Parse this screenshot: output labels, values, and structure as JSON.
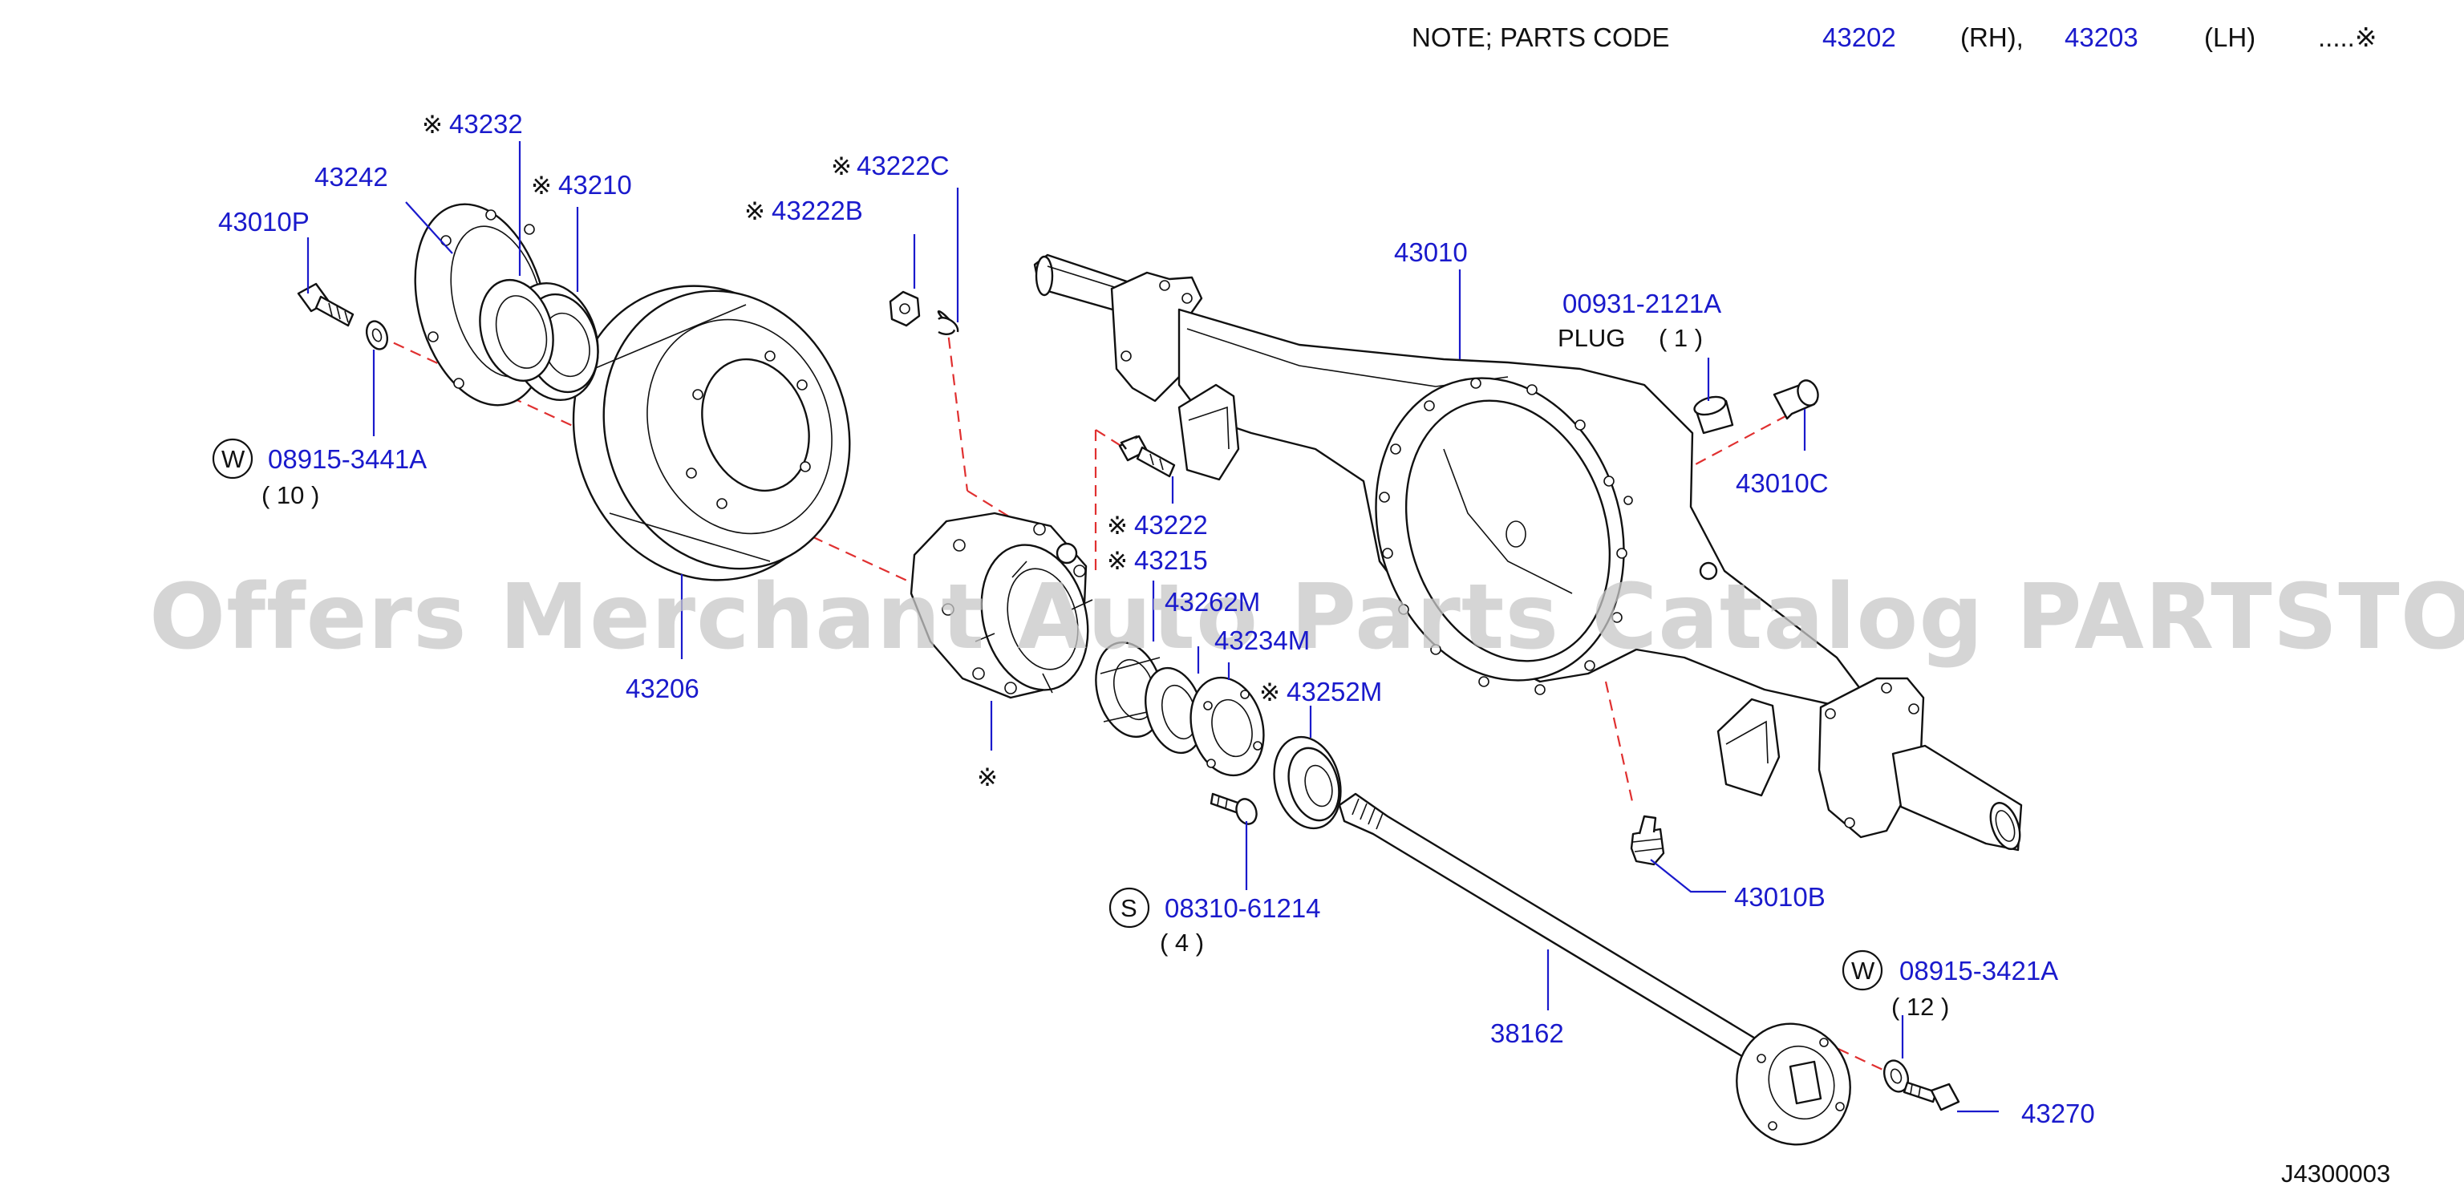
{
  "note": {
    "prefix": "NOTE;   PARTS   CODE",
    "code_rh": "43202",
    "rh": "(RH),",
    "code_lh": "43203",
    "lh": "(LH)",
    "mark": ".....※"
  },
  "watermark": "Offers Merchant Auto Parts Catalog PARTSTORE.SA",
  "diagram_id": "J4300003",
  "parts": {
    "p43232": {
      "mark": "※",
      "code": "43232"
    },
    "p43242": {
      "code": "43242"
    },
    "p43210": {
      "mark": "※",
      "code": "43210"
    },
    "p43010P": {
      "code": "43010P"
    },
    "p08915_3441A": {
      "badge": "W",
      "code": "08915-3441A",
      "qty": "( 10 )"
    },
    "p43206": {
      "code": "43206"
    },
    "p43222C": {
      "mark": "※",
      "code": "43222C"
    },
    "p43222B": {
      "mark": "※",
      "code": "43222B"
    },
    "p43222": {
      "mark": "※",
      "code": "43222"
    },
    "p43215": {
      "mark": "※",
      "code": "43215"
    },
    "p43262M": {
      "code": "43262M"
    },
    "p43234M": {
      "code": "43234M"
    },
    "p43252M": {
      "mark": "※",
      "code": "43252M"
    },
    "hub_mark": {
      "mark": "※"
    },
    "p08310_61214": {
      "badge": "S",
      "code": "08310-61214",
      "qty": "( 4 )"
    },
    "p43010": {
      "code": "43010"
    },
    "p00931_2121A": {
      "code": "00931-2121A",
      "name": "PLUG",
      "qty": "(  1 )"
    },
    "p43010C": {
      "code": "43010C"
    },
    "p43010B": {
      "code": "43010B"
    },
    "p38162": {
      "code": "38162"
    },
    "p08915_3421A": {
      "badge": "W",
      "code": "08915-3421A",
      "qty": "( 12 )"
    },
    "p43270": {
      "code": "43270"
    }
  }
}
